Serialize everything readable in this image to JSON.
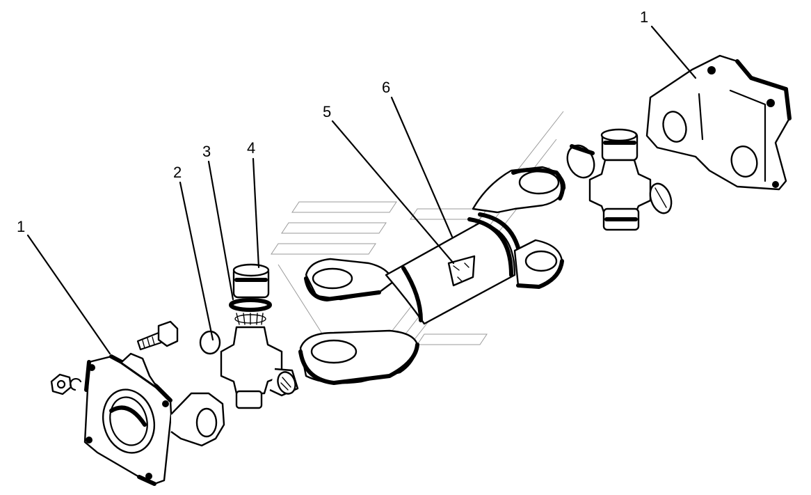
{
  "callouts": [
    {
      "id": "flange-left",
      "text": "1"
    },
    {
      "id": "cross-spider",
      "text": "2"
    },
    {
      "id": "seal-ring",
      "text": "3"
    },
    {
      "id": "needle-bearing",
      "text": "4"
    },
    {
      "id": "shaft-tube",
      "text": "5"
    },
    {
      "id": "slip-yoke",
      "text": "6"
    },
    {
      "id": "flange-right",
      "text": "1"
    }
  ]
}
